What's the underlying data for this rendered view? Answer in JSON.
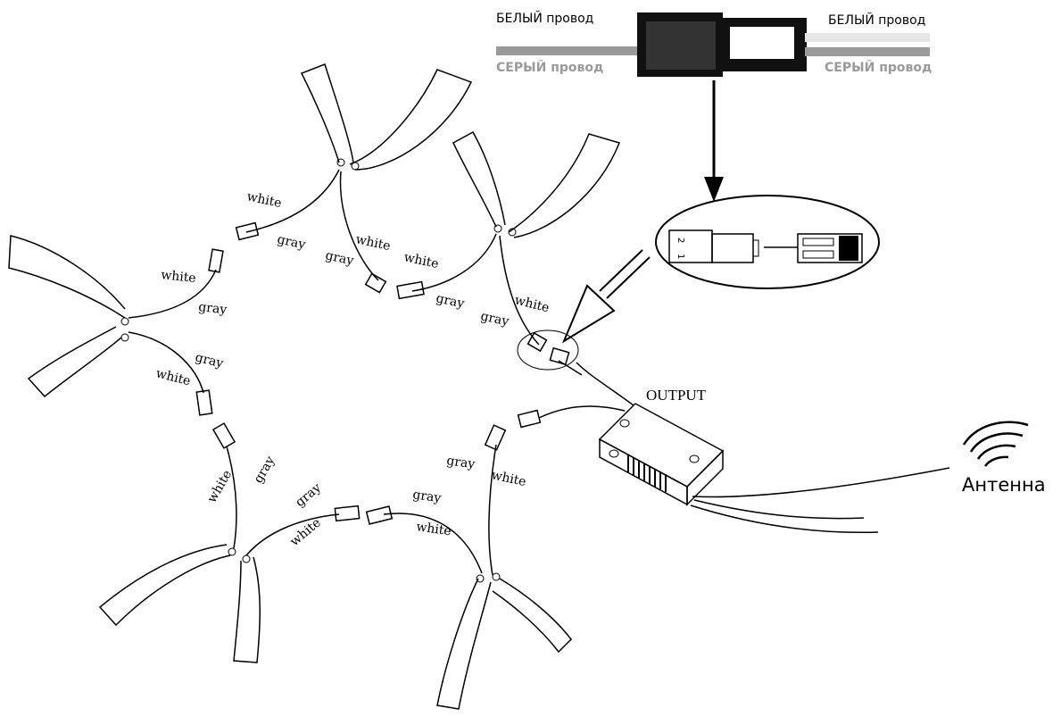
{
  "legend": {
    "left_white": "БЕЛЫЙ провод",
    "left_gray": "СЕРЫЙ провод",
    "right_white": "БЕЛЫЙ провод",
    "right_gray": "СЕРЫЙ провод"
  },
  "labels": {
    "output": "OUTPUT",
    "antenna": "Антенна",
    "white": "white",
    "gray": "gray",
    "pin1": "1",
    "pin2": "2"
  },
  "colors": {
    "gray_wire": "#9a9a9a",
    "white_wire": "#e6e6e6",
    "connector_dark": "#333333",
    "line": "#000000"
  }
}
